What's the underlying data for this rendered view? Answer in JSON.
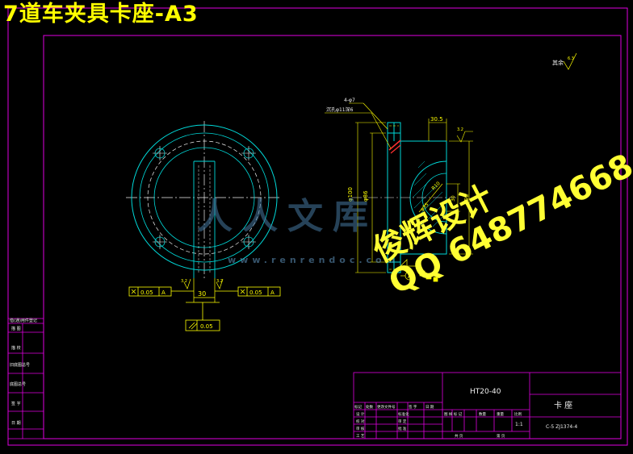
{
  "drawing": {
    "title": "7道车夹具卡座-A3",
    "colors": {
      "border": "#e000e0",
      "cyan": "#00d8d8",
      "white": "#f0f0f0",
      "yellow": "#ffff00",
      "red": "#ff3030",
      "background": "#000000"
    }
  },
  "front_view": {
    "tolerance_left": {
      "value": "0.05",
      "datum": "A"
    },
    "tolerance_right": {
      "value": "0.05",
      "datum": "A"
    },
    "tolerance_bottom": {
      "value": "0.05"
    },
    "dim_width": "30",
    "roughness_left": "3.2",
    "roughness_right": "3.2"
  },
  "side_view": {
    "hole_callout": "4-φ7",
    "counterbore_callout": "沉孔φ11深6",
    "dim_top": "30.5",
    "roughness_top": "3.2",
    "dim_outer": "φ100",
    "dim_inner": "φ86",
    "dim_r": "R10",
    "dim_bore": "φ35",
    "dim_30": "30",
    "dim_right": "φ52",
    "datum": "A"
  },
  "corner_note": {
    "text": "其余",
    "roughness": "6.3"
  },
  "title_block": {
    "material": "HT20-40",
    "part_name": "卡 座",
    "drawing_no": "C-5 ZJ1374-4",
    "scale": "1:1",
    "cols": [
      "标记",
      "处数",
      "更改文件号",
      "签 字",
      "日 期"
    ],
    "rows": [
      "设 计",
      "校 对",
      "审 核",
      "工 艺"
    ],
    "rows_mid": [
      "标准化",
      "审 定",
      "批 准"
    ],
    "phase": [
      "图 样 标 记",
      "数量",
      "重量",
      "比例"
    ],
    "sheet": [
      "共 页",
      "第 页"
    ]
  },
  "side_column": {
    "labels": [
      "借(通)用件登记",
      "描 图",
      "描 校",
      "旧底图总号",
      "底图总号",
      "签 字",
      "日 期"
    ]
  },
  "watermarks": {
    "brand": "人人文库",
    "url": "www.renrendoc.com",
    "author_line1": "俊辉设计",
    "author_line2": "QQ 648774668"
  }
}
